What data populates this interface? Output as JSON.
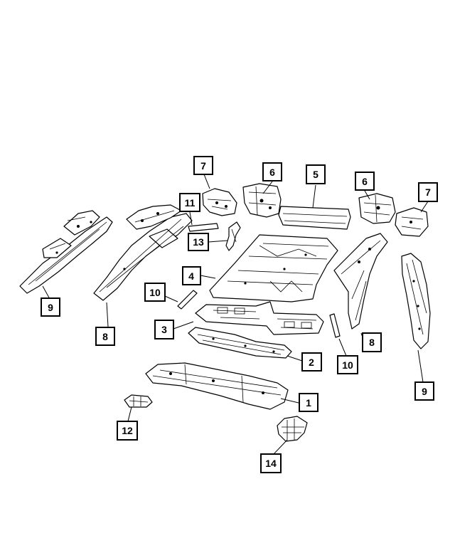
{
  "diagram": {
    "callouts": [
      {
        "id": "c7a",
        "label": "7"
      },
      {
        "id": "c6a",
        "label": "6"
      },
      {
        "id": "c5",
        "label": "5"
      },
      {
        "id": "c6b",
        "label": "6"
      },
      {
        "id": "c7b",
        "label": "7"
      },
      {
        "id": "c11",
        "label": "11"
      },
      {
        "id": "c13",
        "label": "13"
      },
      {
        "id": "c4",
        "label": "4"
      },
      {
        "id": "c9a",
        "label": "9"
      },
      {
        "id": "c10a",
        "label": "10"
      },
      {
        "id": "c3",
        "label": "3"
      },
      {
        "id": "c8a",
        "label": "8"
      },
      {
        "id": "c8b",
        "label": "8"
      },
      {
        "id": "c2",
        "label": "2"
      },
      {
        "id": "c10b",
        "label": "10"
      },
      {
        "id": "c9b",
        "label": "9"
      },
      {
        "id": "c1",
        "label": "1"
      },
      {
        "id": "c12",
        "label": "12"
      },
      {
        "id": "c14",
        "label": "14"
      }
    ]
  }
}
